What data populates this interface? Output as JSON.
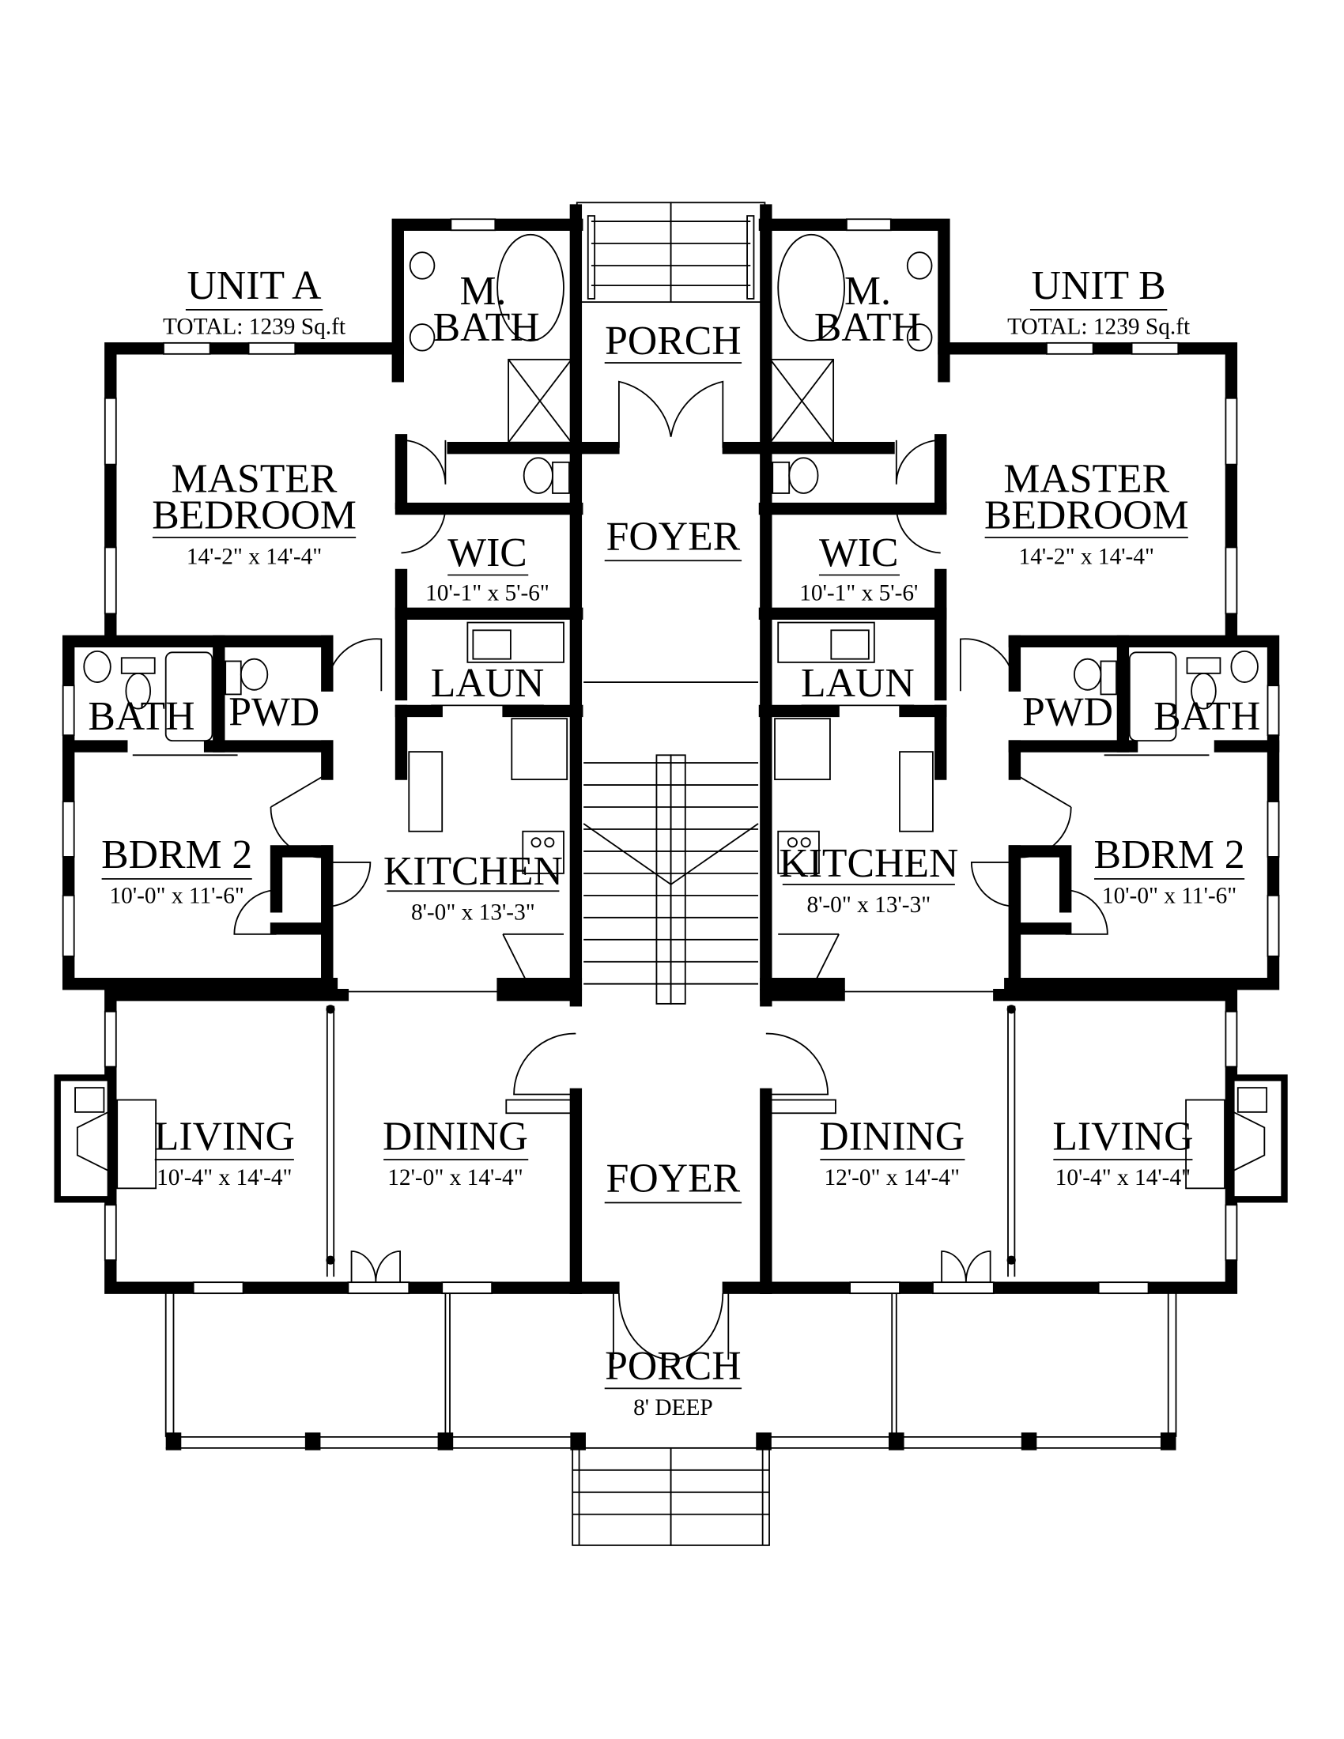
{
  "units": [
    {
      "title": "UNIT A",
      "total": "TOTAL: 1239 Sq.ft",
      "master_bath": {
        "line1": "M.",
        "line2": "BATH"
      },
      "master_bedroom": {
        "line1": "MASTER",
        "line2": "BEDROOM",
        "dims": "14'-2\" x 14'-4\""
      },
      "wic": {
        "name": "WIC",
        "dims": "10'-1\" x 5'-6\""
      },
      "laundry": {
        "name": "LAUN"
      },
      "bath": {
        "name": "BATH"
      },
      "powder": {
        "name": "PWD"
      },
      "bedroom2": {
        "name": "BDRM 2",
        "dims": "10'-0\" x 11'-6\""
      },
      "kitchen": {
        "name": "KITCHEN",
        "dims": "8'-0\" x 13'-3\""
      },
      "living": {
        "name": "LIVING",
        "dims": "10'-4\" x 14'-4\""
      },
      "dining": {
        "name": "DINING",
        "dims": "12'-0\" x 14'-4\""
      }
    },
    {
      "title": "UNIT B",
      "total": "TOTAL: 1239 Sq.ft",
      "master_bath": {
        "line1": "M.",
        "line2": "BATH"
      },
      "master_bedroom": {
        "line1": "MASTER",
        "line2": "BEDROOM",
        "dims": "14'-2\" x 14'-4\""
      },
      "wic": {
        "name": "WIC",
        "dims": "10'-1\" x 5'-6'"
      },
      "laundry": {
        "name": "LAUN"
      },
      "bath": {
        "name": "BATH"
      },
      "powder": {
        "name": "PWD"
      },
      "bedroom2": {
        "name": "BDRM 2",
        "dims": "10'-0\" x 11'-6\""
      },
      "kitchen": {
        "name": "KITCHEN",
        "dims": "8'-0\" x 13'-3\""
      },
      "living": {
        "name": "LIVING",
        "dims": "10'-4\" x 14'-4\""
      },
      "dining": {
        "name": "DINING",
        "dims": "12'-0\" x 14'-4\""
      }
    }
  ],
  "shared": {
    "rear_porch": "PORCH",
    "upper_foyer": "FOYER",
    "lower_foyer": "FOYER",
    "front_porch": "PORCH",
    "front_porch_depth": "8' DEEP"
  }
}
